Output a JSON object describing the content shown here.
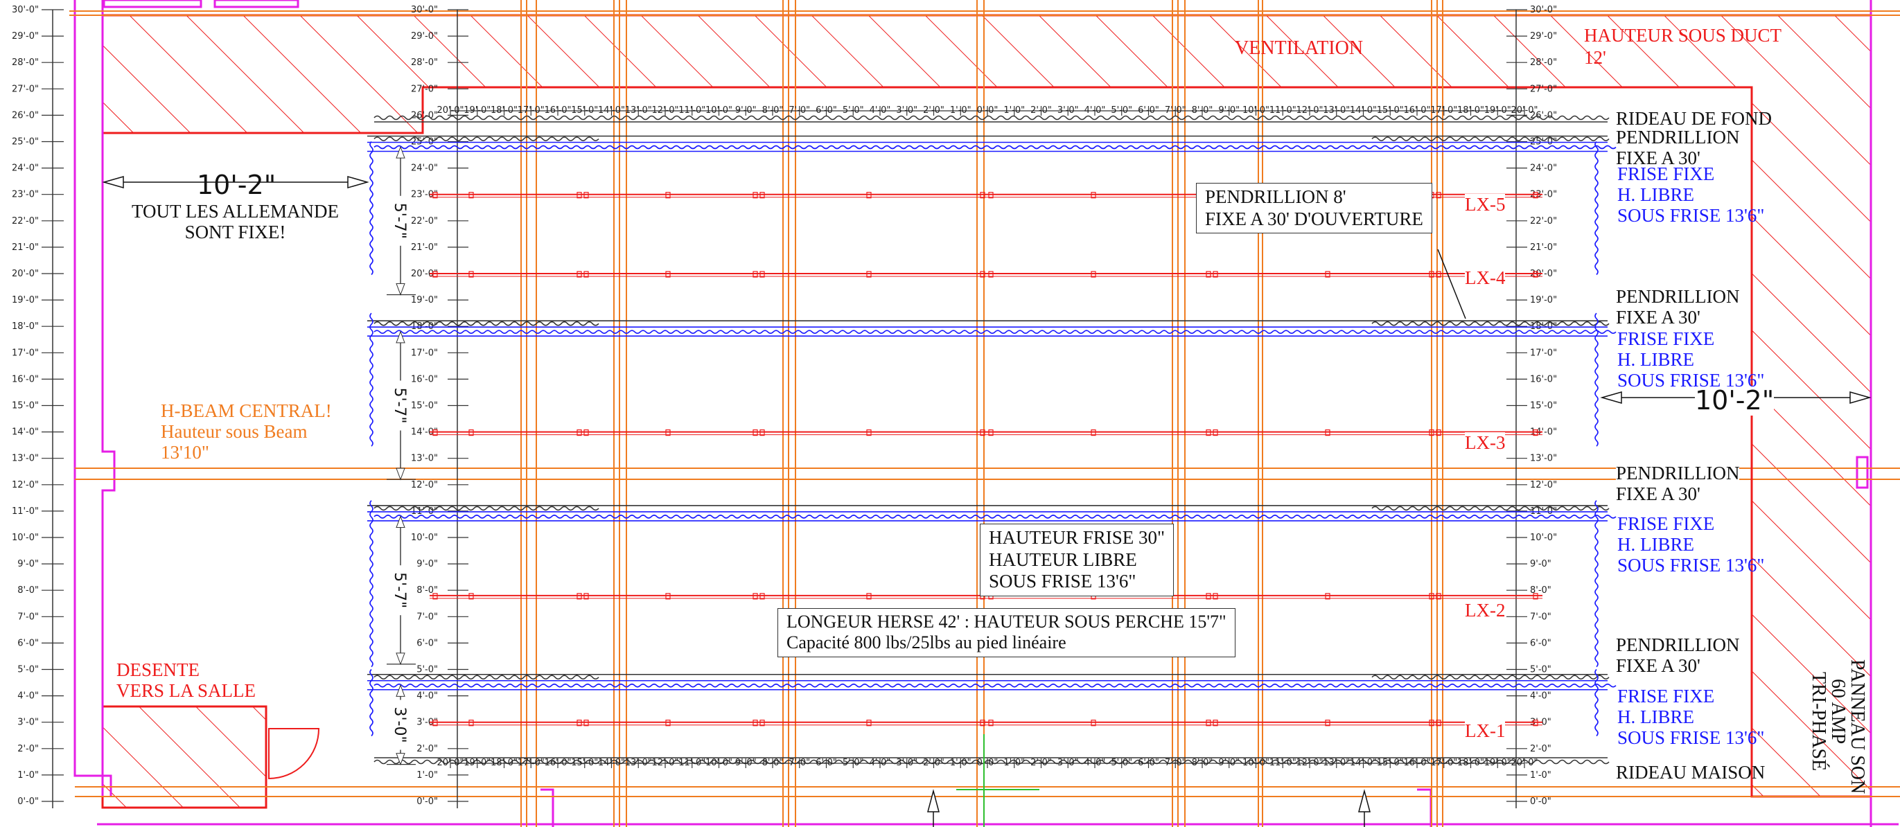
{
  "plan": {
    "heights": [
      "30'-0\"",
      "29'-0\"",
      "28'-0\"",
      "27'-0\"",
      "26'-0\"",
      "25'-0\"",
      "24'-0\"",
      "23'-0\"",
      "22'-0\"",
      "21'-0\"",
      "20'-0\"",
      "19'-0\"",
      "18'-0\"",
      "17'-0\"",
      "16'-0\"",
      "15'-0\"",
      "14'-0\"",
      "13'-0\"",
      "12'-0\"",
      "11'-0\"",
      "10'-0\"",
      "9'-0\"",
      "8'-0\"",
      "7'-0\"",
      "6'-0\"",
      "5'-0\"",
      "4'-0\"",
      "3'-0\"",
      "2'-0\"",
      "1'-0\"",
      "0'-0\""
    ],
    "ventilation": "VENTILATION",
    "duct": [
      "HAUTEUR SOUS DUCT",
      "12'"
    ],
    "rideau_fond": "RIDEAU DE FOND",
    "rideau_maison": "RIDEAU MAISON",
    "dim_left": "10'-2\"",
    "dim_right": "10'-2\"",
    "allemande": [
      "TOUT LES ALLEMANDE",
      "SONT FIXE!"
    ],
    "hbeam": [
      "H-BEAM CENTRAL!",
      "Hauteur sous Beam",
      "13'10\""
    ],
    "desente": [
      "DESENTE",
      "VERS LA SALLE"
    ],
    "gap_dims": [
      "5'-7\"",
      "5'-7\"",
      "5'-7\"",
      "3'-0\""
    ],
    "lx": [
      "LX-5",
      "LX-4",
      "LX-3",
      "LX-2",
      "LX-1"
    ],
    "pendrillion": [
      "PENDRILLION",
      "FIXE A 30'"
    ],
    "frise": [
      "FRISE FIXE",
      "H. LIBRE",
      "SOUS FRISE 13'6\""
    ],
    "box_pend": [
      "PENDRILLION 8'",
      "FIXE A 30' D'OUVERTURE"
    ],
    "box_frise": [
      "HAUTEUR FRISE 30\"",
      "HAUTEUR LIBRE",
      "SOUS FRISE 13'6\""
    ],
    "box_herse": [
      "LONGEUR HERSE 42' : HAUTEUR SOUS PERCHE 15'7\"",
      "Capacité 800 lbs/25lbs au pied linéaire"
    ],
    "panneau": [
      "PANNEAU SON",
      "60 AMP",
      "TRI-PHASÉ"
    ],
    "width_marks": [
      "20'-0\"",
      "19'-0\"",
      "18'-0\"",
      "17'-0\"",
      "16'-0\"",
      "15'-0\"",
      "14'-0\"",
      "13'-0\"",
      "12'-0\"",
      "11'-0\"",
      "10'-0\"",
      "9'-0\"",
      "8'-0\"",
      "7'-0\"",
      "6'-0\"",
      "5'-0\"",
      "4'-0\"",
      "3'-0\"",
      "2'-0\"",
      "1'-0\"",
      "0'-0\"",
      "1'-0\"",
      "2'-0\"",
      "3'-0\"",
      "4'-0\"",
      "5'-0\"",
      "6'-0\"",
      "7'-0\"",
      "8'-0\"",
      "9'-0\"",
      "10'-0\"",
      "11'-0\"",
      "12'-0\"",
      "13'-0\"",
      "14'-0\"",
      "15'-0\"",
      "16'-0\"",
      "17'-0\"",
      "18'-0\"",
      "19'-0\"",
      "20'-0\""
    ],
    "bottom_marks": [
      "0'-0\"",
      "0'-0\"0'-0\""
    ],
    "colors": {
      "red": "#ee1c1c",
      "blue": "#1a1aff",
      "orange": "#f07c20",
      "magenta": "#e61ee6",
      "black": "#111111"
    }
  }
}
